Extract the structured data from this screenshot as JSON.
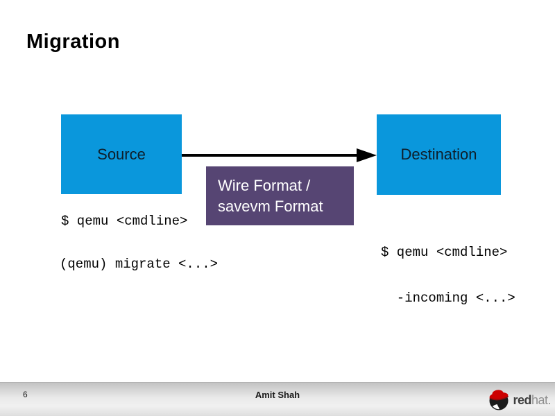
{
  "slide": {
    "title": "Migration",
    "page_number": "6",
    "footer_author": "Amit Shah"
  },
  "diagram": {
    "source_label": "Source",
    "destination_label": "Destination",
    "wire_box_line1": "Wire Format /",
    "wire_box_line2": "savevm Format",
    "source_cmd": "$ qemu <cmdline>",
    "source_monitor_cmd": "(qemu) migrate <...>",
    "dest_cmd_line1": "$ qemu <cmdline>",
    "dest_cmd_line2": "  -incoming <...>"
  },
  "logo": {
    "brand_bold": "red",
    "brand_light": "hat",
    "brand_dot": "."
  },
  "colors": {
    "box_blue": "#0a97dc",
    "box_purple": "#564573",
    "arrow_black": "#000000",
    "hat_red": "#cc0000",
    "footer_gray_top": "#c3c3c3",
    "footer_gray_bottom": "#dedede"
  }
}
